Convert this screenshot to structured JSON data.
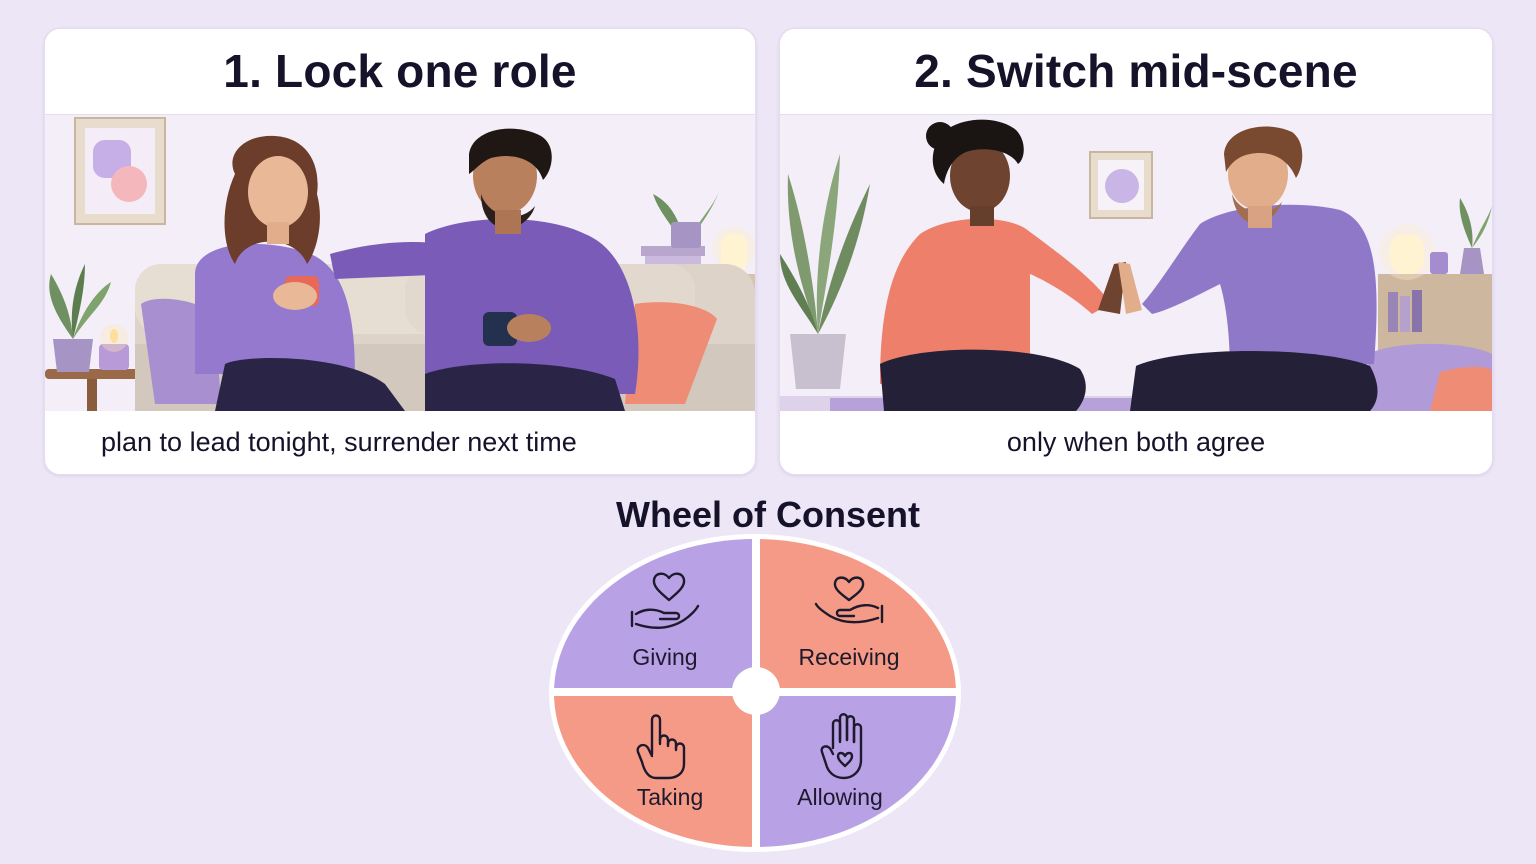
{
  "panels": [
    {
      "title": "1. Lock one role",
      "caption": "plan to lead tonight, surrender next time"
    },
    {
      "title": "2. Switch mid-scene",
      "caption": "only when both agree"
    }
  ],
  "wheel": {
    "title": "Wheel of Consent",
    "quadrants": [
      {
        "label": "Giving",
        "icon": "hand-offering-heart-icon",
        "color": "#b9a1e6"
      },
      {
        "label": "Receiving",
        "icon": "hand-receiving-heart-icon",
        "color": "#f49a86"
      },
      {
        "label": "Taking",
        "icon": "pointing-hand-icon",
        "color": "#f49a86"
      },
      {
        "label": "Allowing",
        "icon": "open-palm-heart-icon",
        "color": "#b9a1e6"
      }
    ]
  },
  "colors": {
    "background": "#ece6f6",
    "purple": "#b9a1e6",
    "coral": "#f49a86",
    "sweater_purple": "#8a6bc9",
    "sweater_coral": "#ee7f6a"
  }
}
